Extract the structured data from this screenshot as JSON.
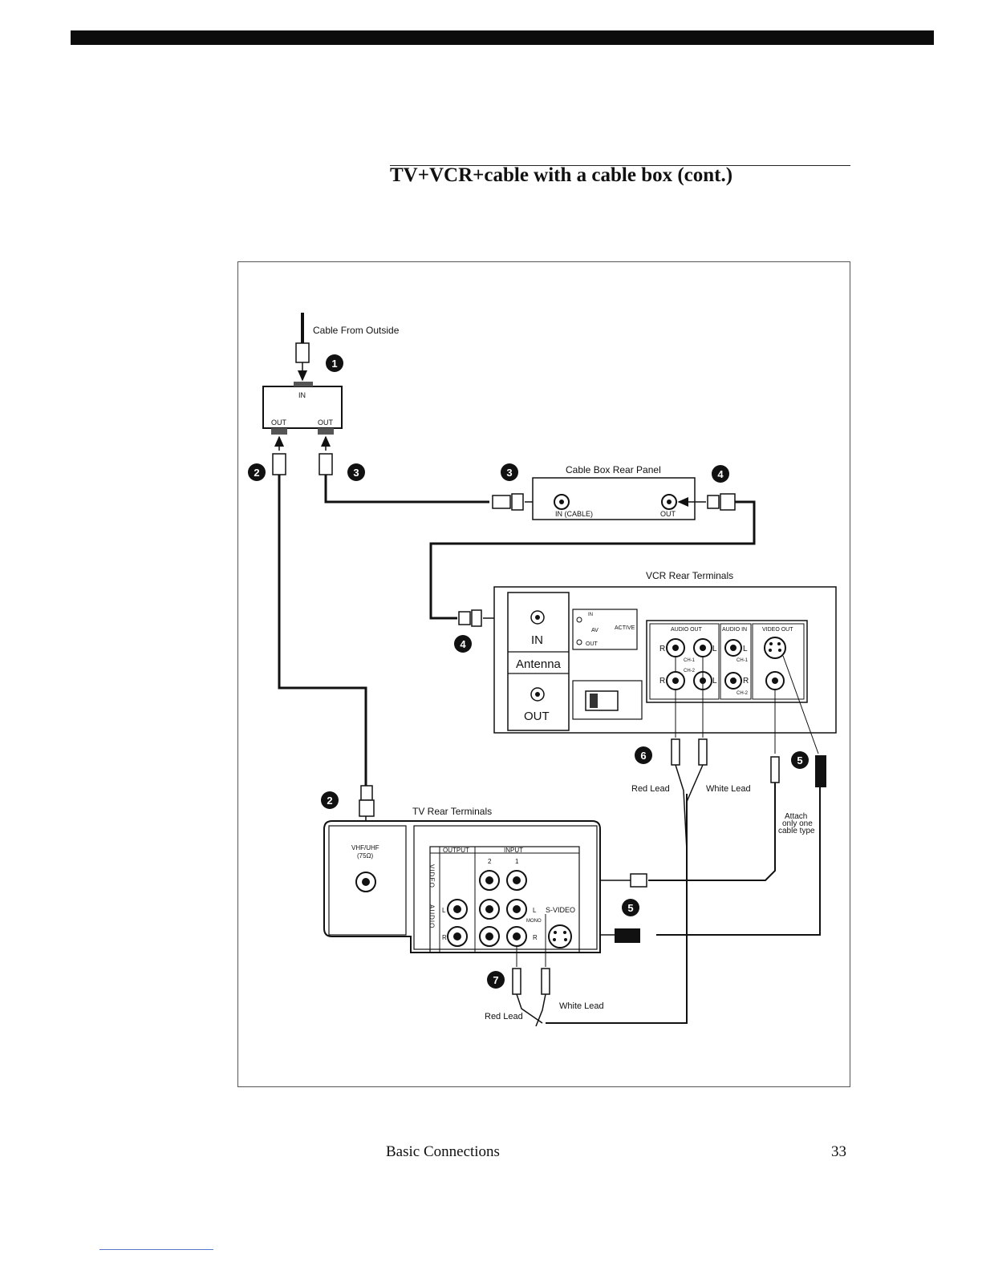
{
  "page": {
    "title": "TV+VCR+cable with a cable box (cont.)",
    "footer_left": "Basic Connections",
    "page_number": "33"
  },
  "diagram": {
    "labels": {
      "cable_from_outside": "Cable From Outside",
      "splitter_in": "IN",
      "splitter_out_left": "OUT",
      "splitter_out_right": "OUT",
      "cable_box_panel": "Cable Box Rear Panel",
      "cable_box_in": "IN (CABLE)",
      "cable_box_out": "OUT",
      "vcr_panel": "VCR Rear Terminals",
      "vcr_antenna_in": "IN",
      "vcr_antenna": "Antenna",
      "vcr_antenna_out": "OUT",
      "vcr_switch_in": "IN",
      "vcr_switch_av": "AV",
      "vcr_switch_out": "OUT",
      "vcr_switch_active": "ACTIVE",
      "vcr_audio_out": "AUDIO OUT",
      "vcr_audio_in": "AUDIO IN",
      "vcr_video_out": "VIDEO OUT",
      "vcr_ch1": "CH-1",
      "vcr_ch2": "CH-2",
      "vcr_ch1_b": "CH-1",
      "vcr_ch2_b": "CH-2",
      "vcr_R_top": "R",
      "vcr_L_top": "L",
      "vcr_R_bottom": "R",
      "vcr_L_bottom": "L",
      "vcr_in_L": "L",
      "vcr_in_R": "R",
      "tv_panel": "TV Rear Terminals",
      "tv_vhf": "VHF/UHF",
      "tv_ohm": "(75Ω)",
      "tv_output": "OUTPUT",
      "tv_input": "INPUT",
      "tv_input_2": "2",
      "tv_input_1": "1",
      "tv_video_vertical": "VIDEO",
      "tv_audio_vertical": "AUDIO",
      "tv_L": "L",
      "tv_R": "R",
      "tv_mono": "MONO",
      "tv_svideo": "S-VIDEO",
      "tv_audio_L": "L",
      "tv_audio_R": "R",
      "red_lead_top": "Red Lead",
      "white_lead_top": "White Lead",
      "red_lead_bottom": "Red Lead",
      "white_lead_bottom": "White Lead",
      "attach_line1": "Attach",
      "attach_line2": "only one",
      "attach_line3": "cable type"
    },
    "step_markers": {
      "step1": "1",
      "step2_top": "2",
      "step3_left": "3",
      "step3_right": "3",
      "step4_top": "4",
      "step4_vcr": "4",
      "step2_tv": "2",
      "step6": "6",
      "step5_top": "5",
      "step5_mid": "5",
      "step7": "7"
    }
  }
}
